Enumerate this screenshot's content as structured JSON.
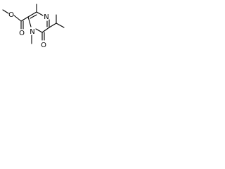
{
  "molecule": {
    "atoms": {
      "ester_o_single": "O",
      "ester_o_double": "O",
      "n1": "N",
      "n4": "N",
      "c2_o": "O"
    },
    "colors": {
      "bond": "#000000",
      "label": "#000000",
      "background": "#ffffff"
    }
  }
}
